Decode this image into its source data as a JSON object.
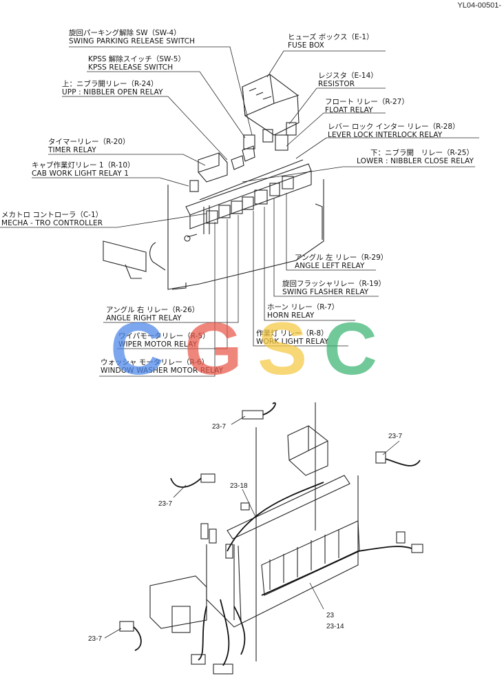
{
  "doc_id": "YL04-00501-",
  "watermark": {
    "letters": [
      "C",
      "G",
      "S",
      "C"
    ],
    "colors": [
      "#4a86e8",
      "#e8584a",
      "#f5c842",
      "#3bb573"
    ]
  },
  "callouts": {
    "swing_parking": {
      "jp": "旋回パーキング解除 SW（SW-4）",
      "en": "SWING PARKING RELEASE SWITCH"
    },
    "fuse_box": {
      "jp": "ヒューズ ボックス（E-1）",
      "en": "FUSE BOX"
    },
    "kpss": {
      "jp": "KPSS 解除スイッチ（SW-5）",
      "en": "KPSS RELEASE SWITCH"
    },
    "resistor": {
      "jp": "レジスタ（E-14）",
      "en": "RESISTOR"
    },
    "upp_nibbler": {
      "jp": "上：ニブラ開リレー（R-24）",
      "en": "UPP : NIBBLER OPEN RELAY"
    },
    "float_relay": {
      "jp": "フロート リレー（R-27）",
      "en": "FLOAT RELAY"
    },
    "lever_lock": {
      "jp": "レバー ロック インター リレー（R-28）",
      "en": "LEVER LOCK INTERLOCK RELAY"
    },
    "timer_relay": {
      "jp": "タイマーリレー（R-20）",
      "en": "TIMER RELAY"
    },
    "lower_nibbler": {
      "jp": "下：ニブラ開　リレー（R-25）",
      "en": "LOWER : NIBBLER CLOSE RELAY"
    },
    "cab_work_light": {
      "jp": "キャブ作業灯リレー 1（R-10）",
      "en": "CAB WORK LIGHT RELAY 1"
    },
    "mecha_tro": {
      "jp": "メカトロ コントローラ（C-1）",
      "en": "MECHA - TRO CONTROLLER"
    },
    "angle_left": {
      "jp": "アングル 左 リレー（R-29）",
      "en": "ANGLE LEFT RELAY"
    },
    "swing_flasher": {
      "jp": "旋回フラッシャリレー（R-19）",
      "en": "SWING FLASHER RELAY"
    },
    "angle_right": {
      "jp": "アングル 右 リレー（R-26）",
      "en": "ANGLE RIGHT RELAY"
    },
    "horn_relay": {
      "jp": "ホーン リレー（R-7）",
      "en": "HORN  RELAY"
    },
    "wiper_motor": {
      "jp": "ワイパモータリレー（R-5）",
      "en": "WIPER MOTOR RELAY"
    },
    "work_light": {
      "jp": "作業灯 リレー（R-8）",
      "en": "WORK LIGHT RELAY"
    },
    "window_washer": {
      "jp": "ウォッシャ モータリレー（R-6）",
      "en": "WINDOW WASHER MOTOR RELAY"
    }
  },
  "parts": {
    "p1": "23-7",
    "p2": "23-7",
    "p3": "23-7",
    "p4": "23-18",
    "p5": "23-7",
    "p6": "23",
    "p7": "23-14"
  }
}
